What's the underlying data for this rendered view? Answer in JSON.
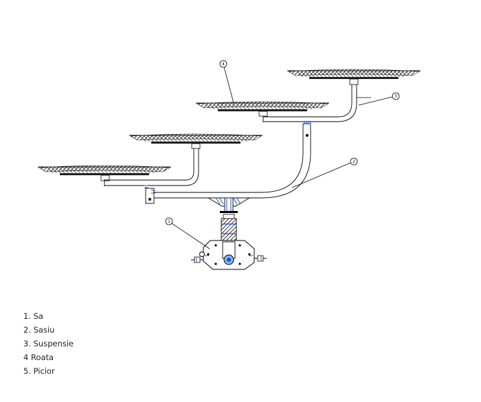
{
  "diagram": {
    "callouts": [
      {
        "label": "1",
        "icon": "callout-seat"
      },
      {
        "label": "2",
        "icon": "callout-chassis"
      },
      {
        "label": "3",
        "icon": "callout-suspension"
      },
      {
        "label": "4",
        "icon": "callout-wheel"
      }
    ]
  },
  "legend": {
    "items": [
      {
        "text": "1. Sa"
      },
      {
        "text": "2. Sasiu"
      },
      {
        "text": "3. Suspensie"
      },
      {
        "text": "4 Roata"
      },
      {
        "text": "5. Picior"
      }
    ]
  },
  "colors": {
    "line": "#111111",
    "accent": "#1a4fd6",
    "gray": "#888888"
  }
}
